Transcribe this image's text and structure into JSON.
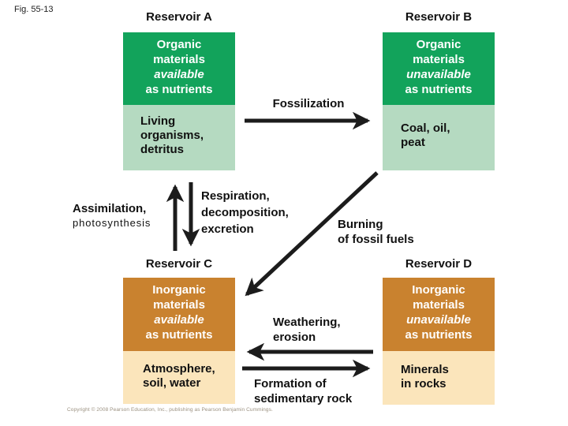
{
  "fig_label": "Fig. 55-13",
  "reservoirs": {
    "a": {
      "header": "Reservoir A",
      "upper": [
        "Organic",
        "materials",
        "available",
        "as nutrients"
      ],
      "lower": [
        "Living",
        "organisms,",
        "detritus"
      ]
    },
    "b": {
      "header": "Reservoir B",
      "upper": [
        "Organic",
        "materials",
        "unavailable",
        "as nutrients"
      ],
      "lower": [
        "Coal, oil,",
        "peat"
      ]
    },
    "c": {
      "header": "Reservoir C",
      "upper": [
        "Inorganic",
        "materials",
        "available",
        "as nutrients"
      ],
      "lower": [
        "Atmosphere,",
        "soil, water"
      ]
    },
    "d": {
      "header": "Reservoir D",
      "upper": [
        "Inorganic",
        "materials",
        "unavailable",
        "as nutrients"
      ],
      "lower": [
        "Minerals",
        "in rocks"
      ]
    }
  },
  "processes": {
    "fossilization": "Fossilization",
    "assimilation": [
      "Assimilation,",
      "photosynthesis"
    ],
    "respiration": [
      "Respiration,",
      "decomposition,",
      "excretion"
    ],
    "burning": [
      "Burning",
      "of fossil fuels"
    ],
    "weathering": [
      "Weathering,",
      "erosion"
    ],
    "formation": [
      "Formation of",
      "sedimentary rock"
    ]
  },
  "colors": {
    "organic_upper_green": "#12A35B",
    "organic_lower_green": "#B5DAC1",
    "inorganic_upper_orange": "#C9822F",
    "inorganic_lower_tan": "#FBE5BB",
    "arrow_black": "#1C1C1C",
    "upper_text": "#FFFFFF",
    "lower_text": "#111111"
  },
  "copyright": "Copyright © 2008 Pearson Education, Inc., publishing as Pearson Benjamin Cummings."
}
